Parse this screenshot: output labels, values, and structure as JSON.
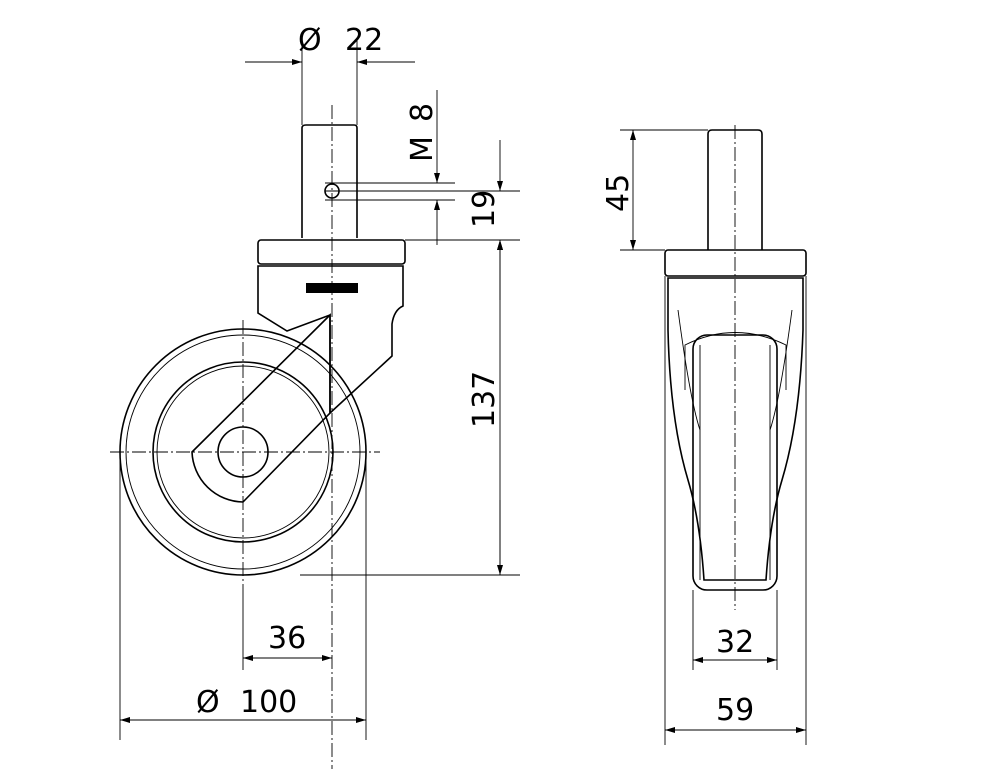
{
  "drawing": {
    "title": "Swivel castor with threaded stem - technical drawing",
    "side_view": {
      "stem_diameter": {
        "symbol": "Ø",
        "value": "22"
      },
      "thread": {
        "symbol": "M",
        "value": "8"
      },
      "hole_height": "19",
      "overall_height": "137",
      "offset": "36",
      "wheel_diameter": {
        "symbol": "Ø",
        "value": "100"
      }
    },
    "front_view": {
      "stem_length": "45",
      "wheel_width": "32",
      "housing_width": "59"
    }
  }
}
